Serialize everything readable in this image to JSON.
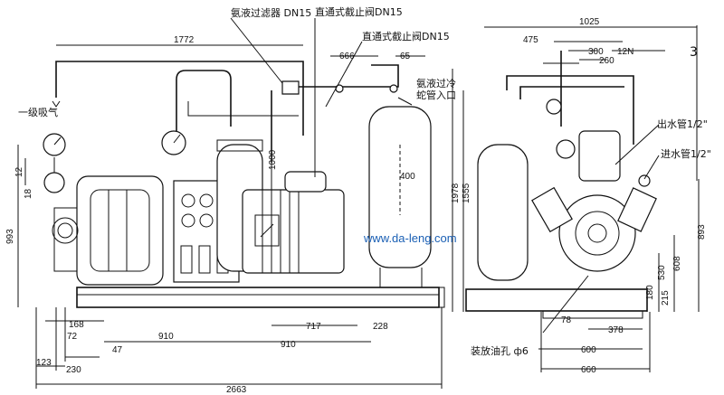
{
  "figure_number": "3",
  "watermark_url": "www.da-leng.com",
  "labels": {
    "ammonia_filter": "氨液过滤器 DN15",
    "stop_valve_1": "直通式截止阀DN15",
    "stop_valve_2": "直通式截止阀DN15",
    "first_stage_suction": "一级吸气",
    "ammonia_coil_inlet_1": "氨液过冷",
    "ammonia_coil_inlet_2": "蛇管入口",
    "water_outlet": "出水管1/2\"",
    "water_inlet": "进水管1/2\"",
    "oil_drain": "装放油孔 ф6"
  },
  "dims": {
    "d1772": "1772",
    "d666": "666",
    "d65": "65",
    "d1025": "1025",
    "d475": "475",
    "d300": "300",
    "d260": "260",
    "d12n": "12N",
    "d1000": "1000",
    "d400": "400",
    "d1978": "1978",
    "d1555": "1555",
    "d993": "993",
    "d12": "12",
    "d18": "18",
    "d893": "893",
    "d608": "608",
    "d530": "530",
    "d180": "180",
    "d215": "215",
    "d168": "168",
    "d72": "72",
    "d47": "47",
    "d910a": "910",
    "d910b": "910",
    "d717": "717",
    "d228": "228",
    "d123": "123",
    "d230": "230",
    "d2663": "2663",
    "d78": "78",
    "d378": "378",
    "d600": "600",
    "d660": "660"
  }
}
